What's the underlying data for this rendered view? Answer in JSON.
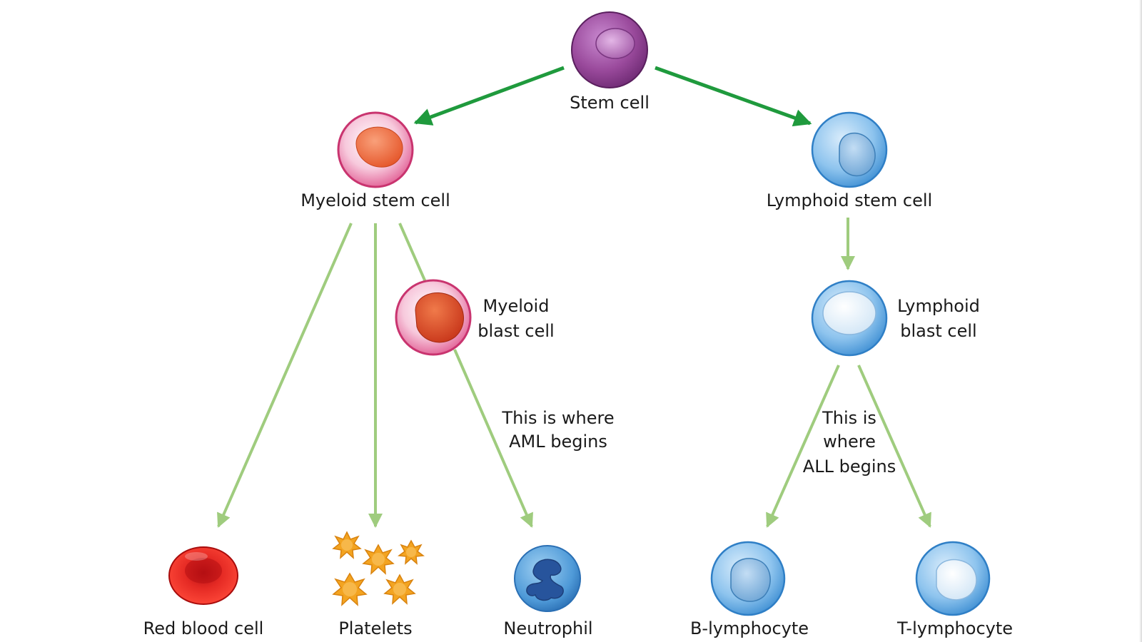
{
  "labels": {
    "stem_cell": "Stem cell",
    "myeloid_stem_cell": "Myeloid stem cell",
    "lymphoid_stem_cell": "Lymphoid stem cell",
    "myeloid_blast_line1": "Myeloid",
    "myeloid_blast_line2": "blast cell",
    "lymphoid_blast_line1": "Lymphoid",
    "lymphoid_blast_line2": "blast cell",
    "aml_line1": "This is where",
    "aml_line2": "AML begins",
    "all_line1": "This is",
    "all_line2": "where",
    "all_line3": "ALL begins",
    "red_blood_cell": "Red blood cell",
    "platelets": "Platelets",
    "neutrophil": "Neutrophil",
    "b_lymphocyte": "B-lymphocyte",
    "t_lymphocyte": "T-lymphocyte"
  },
  "colors": {
    "primary_arrow": "#1f9a3d",
    "secondary_arrow": "#9fcc7e",
    "stem_cell": "#8e3d8f",
    "myeloid": "#e9679a",
    "myeloid_nucleus": "#ef6d3c",
    "lymphoid": "#5aa7e0",
    "red_blood_cell": "#d81e1e",
    "platelet": "#f3a421"
  }
}
